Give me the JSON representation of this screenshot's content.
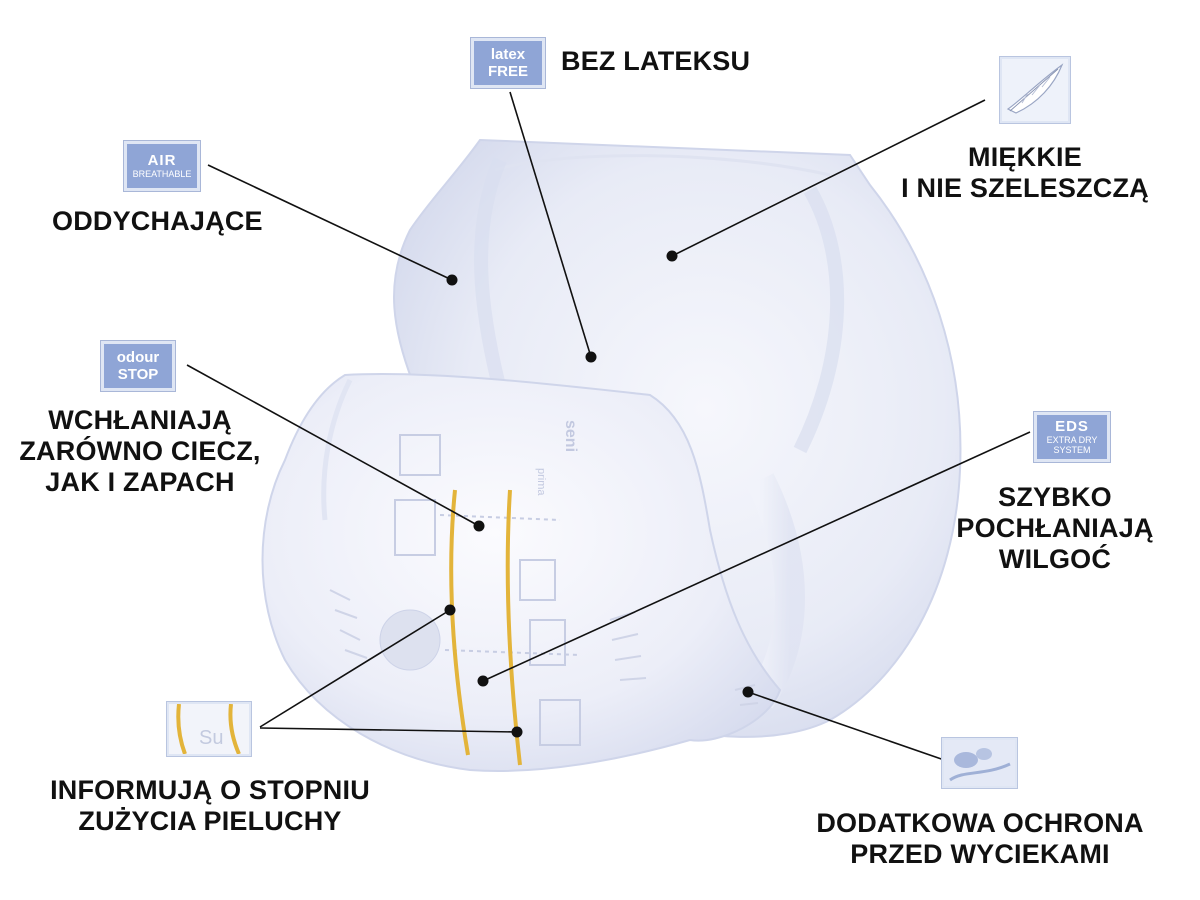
{
  "badges": {
    "latex": {
      "line1": "latex",
      "line2": "FREE"
    },
    "air": {
      "line1": "AIR",
      "line2": "BREATHABLE"
    },
    "odour": {
      "line1": "odour",
      "line2": "STOP"
    },
    "eds": {
      "line1": "EDS",
      "line2": "EXTRA DRY",
      "line3": "SYSTEM"
    }
  },
  "features": {
    "latex_free": {
      "lines": [
        "BEZ LATEKSU"
      ]
    },
    "breathable": {
      "lines": [
        "ODDYCHAJĄCE"
      ]
    },
    "soft": {
      "lines": [
        "MIĘKKIE",
        "I NIE SZELESZCZĄ"
      ]
    },
    "odour": {
      "lines": [
        "WCHŁANIAJĄ",
        "ZARÓWNO CIECZ,",
        "JAK I ZAPACH"
      ]
    },
    "quick_dry": {
      "lines": [
        "SZYBKO",
        "POCHŁANIAJĄ",
        "WILGOĆ"
      ]
    },
    "wetness_indicator": {
      "lines": [
        "INFORMUJĄ O STOPNIU",
        "ZUŻYCIA PIELUCHY"
      ]
    },
    "leak_guard": {
      "lines": [
        "DODATKOWA OCHRONA",
        "PRZED WYCIEKAMI"
      ]
    }
  },
  "product": {
    "brand": "seni",
    "variant": "prima"
  },
  "icons": {
    "feather": "feather-icon",
    "indicator": "wetness-indicator-icon",
    "leak_guard": "leak-guard-icon"
  },
  "colors": {
    "badge_blue": "#8fa5d6",
    "indicator_yellow": "#e3b43a",
    "product_tint": "#e9ecf7",
    "text": "#111111"
  }
}
